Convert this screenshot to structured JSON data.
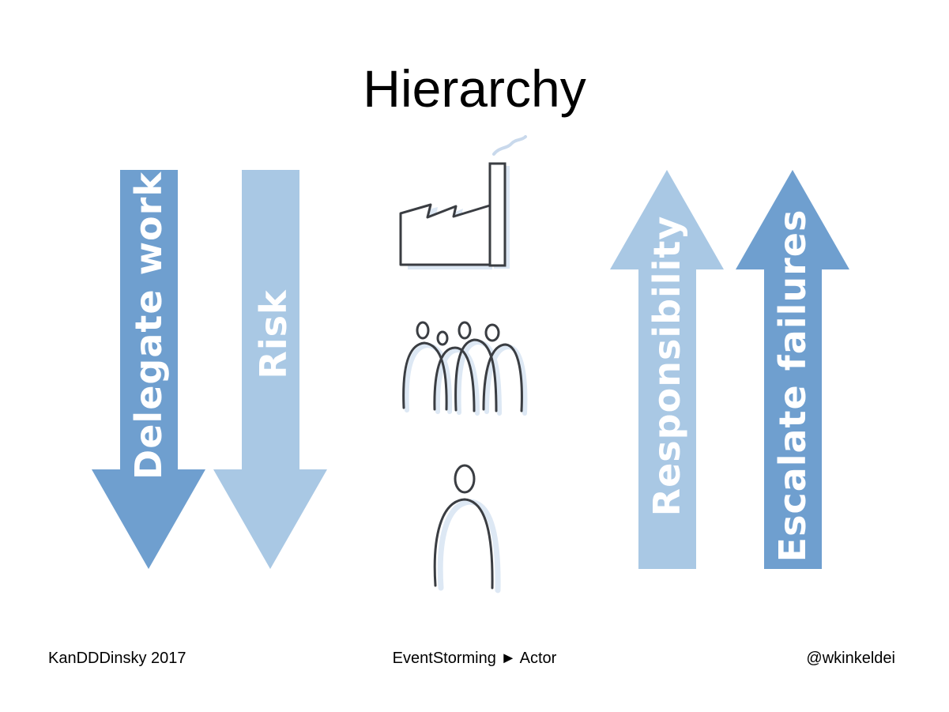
{
  "slide": {
    "title": "Hierarchy"
  },
  "arrows": {
    "delegate": {
      "label": "Delegate work",
      "direction": "down",
      "color": "#6f9fcf"
    },
    "risk": {
      "label": "Risk",
      "direction": "down",
      "color": "#a9c8e4"
    },
    "responsibility": {
      "label": "Responsibility",
      "direction": "up",
      "color": "#a9c8e4"
    },
    "escalate": {
      "label": "Escalate failures",
      "direction": "up",
      "color": "#6f9fcf"
    }
  },
  "icons": {
    "top": "factory-icon",
    "middle": "group-of-people-icon",
    "bottom": "person-icon"
  },
  "footer": {
    "left": "KanDDDinsky 2017",
    "center": "EventStorming ► Actor",
    "right": "@wkinkeldei"
  }
}
